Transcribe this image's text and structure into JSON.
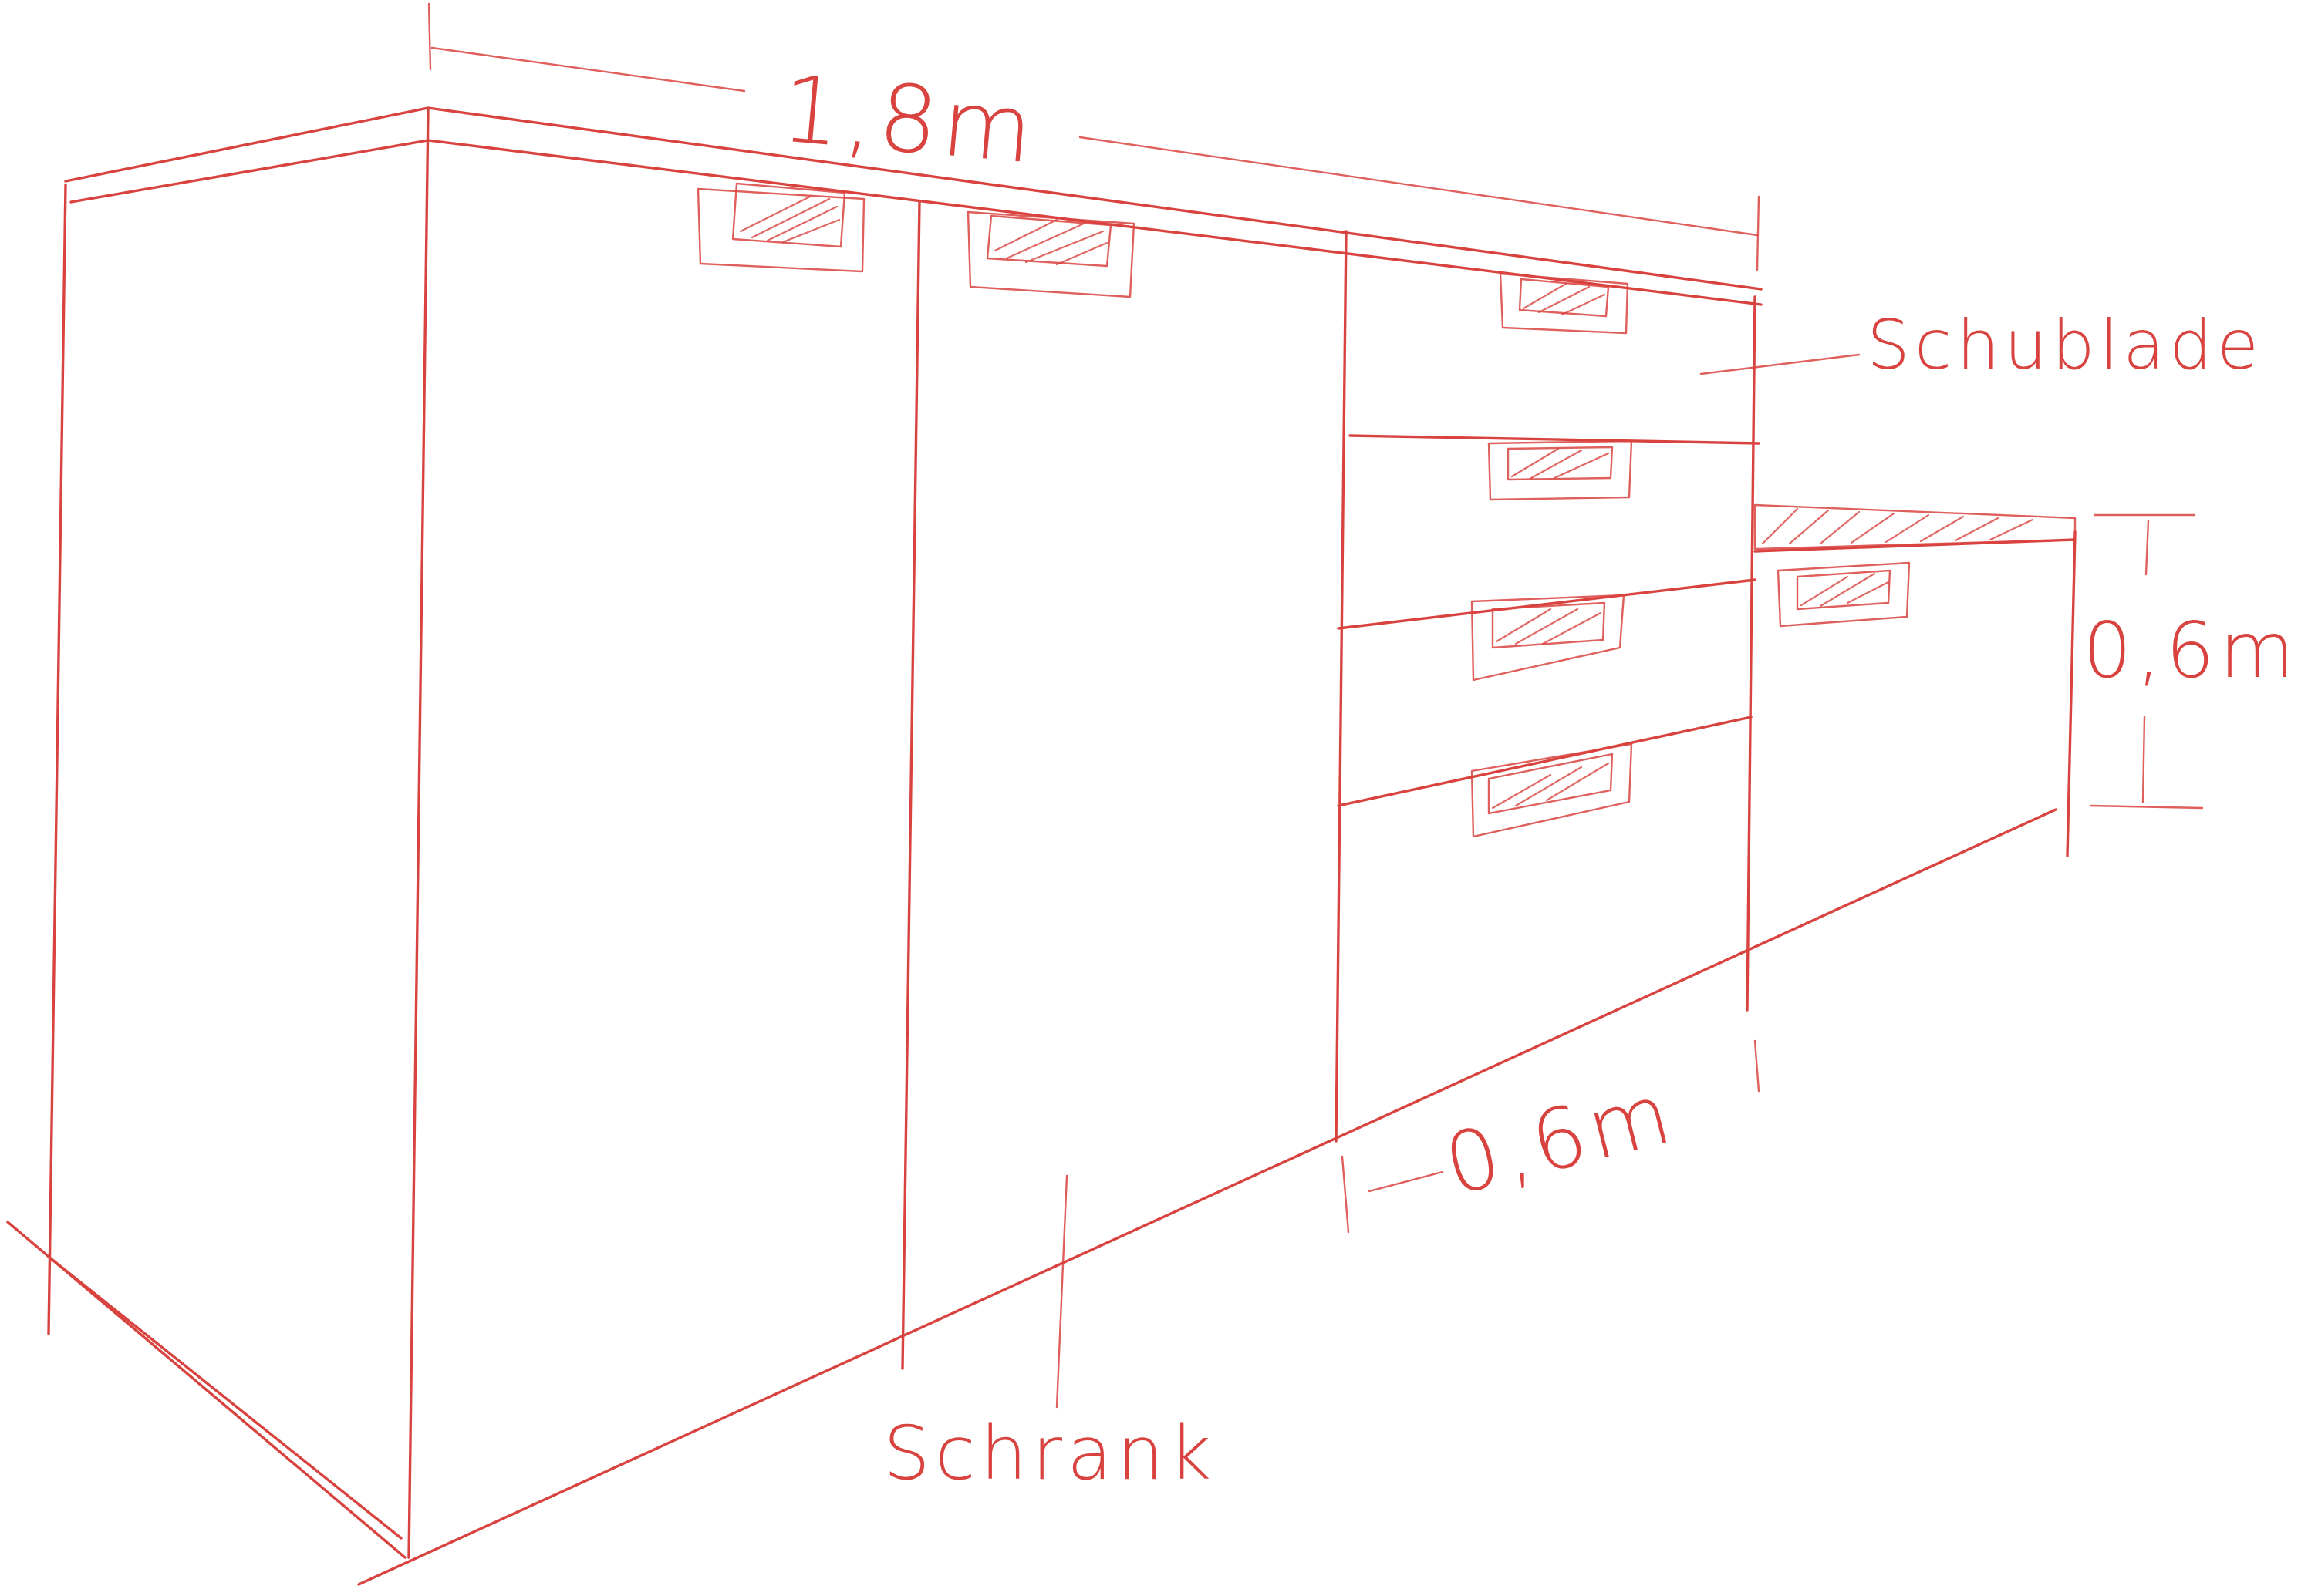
{
  "colors": {
    "ink": "#d9433f",
    "background": "#ffffff"
  },
  "labels": {
    "total_width": "1,8m",
    "drawer": "Schublade",
    "height": "0,6m",
    "depth": "0,6m",
    "cabinet": "Schrank"
  }
}
